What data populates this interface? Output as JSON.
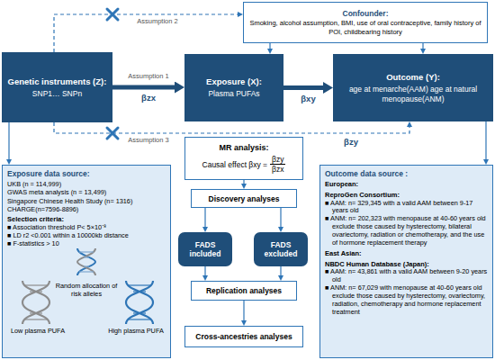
{
  "diagram": {
    "nodes": [
      {
        "text": [
          "Confounder:",
          "Smoking, alcohol assumption, BMI, use of oral contraceptive, family history of POI, childbearing history"
        ]
      },
      {
        "text": [
          "Genetic instruments (Z):",
          "SNP1… SNPn"
        ]
      },
      {
        "text": [
          "Exposure (X):",
          "Plasma PUFAs"
        ]
      },
      {
        "text": [
          "Outcome (Y):",
          "age at menarche(AAM) age at natural menopause(ANM)"
        ]
      },
      {
        "text": [
          "Exposure data source:",
          "UKB (n = 114,999)",
          "GWAS meta analysis (n = 13,499)",
          "Singapore Chinese Health Study (n= 1316)",
          "CHARGE(n=7596-8896)",
          "Selection criteria:",
          "■ Association threshold P< 5×10⁻⁸",
          "■ LD r2 <0.001 within a 10000kb distance",
          "■ F-statistics > 10",
          "Random allocation of risk alleles",
          "Low plasma PUFA",
          "High plasma PUFA"
        ]
      },
      {
        "text": [
          "MR analysis:",
          "Causal effect βxy =",
          "βzy",
          "βzx"
        ]
      },
      {
        "text": [
          "Discovery analyses"
        ]
      },
      {
        "text": [
          "FADS included"
        ]
      },
      {
        "text": [
          "FADS excluded"
        ]
      },
      {
        "text": [
          "Replication analyses"
        ]
      },
      {
        "text": [
          "Cross-ancestries analyses"
        ]
      },
      {
        "text": [
          "Outcome data source :",
          "European:",
          "ReproGen Consortium:",
          "■ AAM: n= 329,345 with a valid AAM between 9-17 years old",
          "■ ANM: n= 202,323 with menopause at 40-60 years old exclude those caused by hysterectomy, bilateral ovariectomy, radiation or chemotherapy, and the use of hormone replacement therapy",
          "East Asian:",
          "NBDC Human Database (Japan):",
          "■ AAM: n= 43,861 with a valid AAM between 9-20 years old",
          "■ ANM: n= 67,029 with menopause at 40-60 years old exclude those caused by hysterectomy, ovariectomy, radiation, chemotherapy and hormone replacement treatment"
        ]
      }
    ],
    "edges": [
      {
        "from": 1,
        "to": 2,
        "label": "βzx",
        "arrow": "to"
      },
      {
        "from": 2,
        "to": 3,
        "label": "βxy",
        "arrow": "to"
      },
      {
        "from": 0,
        "to": 2,
        "arrow": "to"
      },
      {
        "from": 0,
        "to": 3,
        "arrow": "to"
      },
      {
        "from": 1,
        "to": 0,
        "label": "Assumption 2",
        "arrow": "to"
      },
      {
        "from": 1,
        "to": 3,
        "label": "Assumption 3",
        "arrow": "to"
      },
      {
        "from": 1,
        "to": 4,
        "arrow": "to"
      },
      {
        "from": 3,
        "to": 11,
        "arrow": "to"
      },
      {
        "from": 5,
        "to": 6,
        "arrow": "to"
      },
      {
        "from": 6,
        "to": 7,
        "arrow": "to"
      },
      {
        "from": 6,
        "to": 8,
        "arrow": "to"
      },
      {
        "from": 7,
        "to": 9,
        "arrow": "to"
      },
      {
        "from": 8,
        "to": 9,
        "arrow": "to"
      },
      {
        "from": 9,
        "to": 10,
        "arrow": "to"
      }
    ],
    "labels": [
      "Assumption 1",
      "βzy"
    ]
  }
}
